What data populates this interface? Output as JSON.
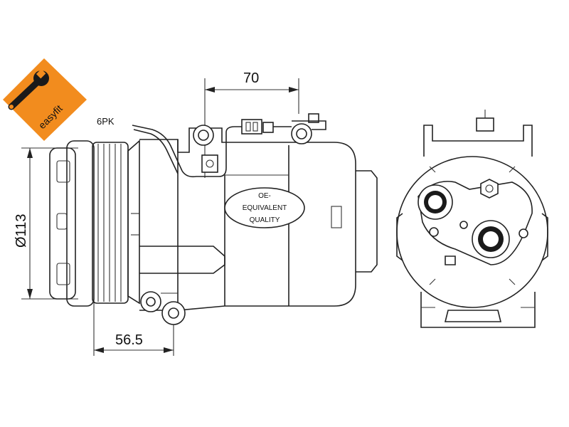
{
  "logo": {
    "text": "easyfit",
    "brand_color": "#f28c1e",
    "icon": "wrench-icon"
  },
  "labels": {
    "belt_type": "6PK",
    "width_dimension": "70",
    "diameter_dimension": "Ø113",
    "offset_dimension": "56.5",
    "stamp_line1": "OE-",
    "stamp_line2": "EQUIVALENT",
    "stamp_line3": "QUALITY"
  }
}
